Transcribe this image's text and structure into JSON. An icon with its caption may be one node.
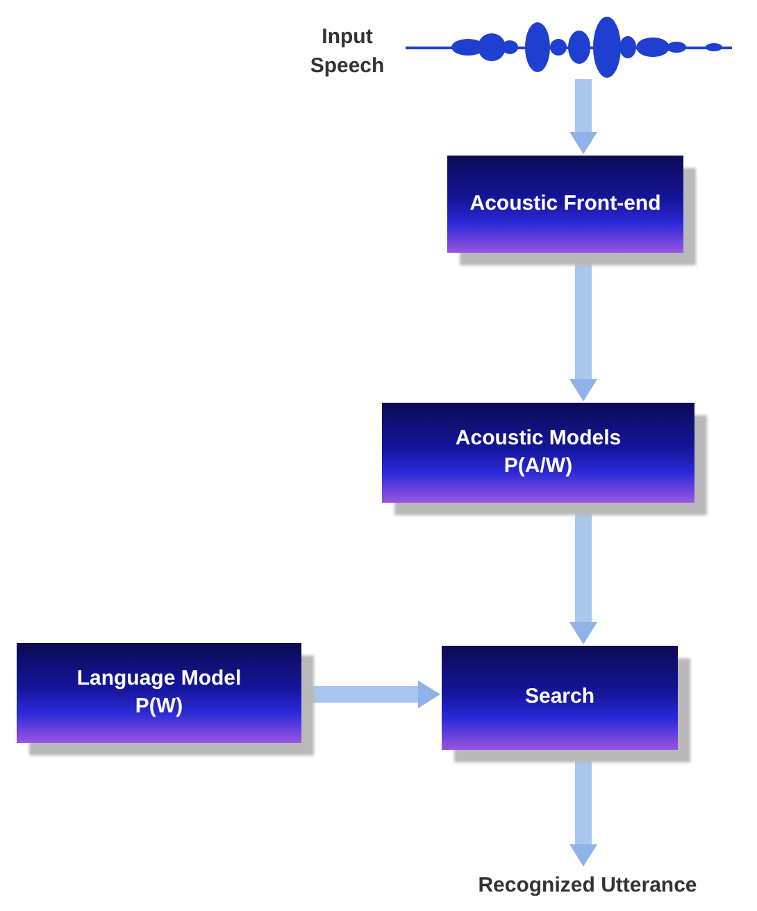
{
  "diagram": {
    "nodes": [
      {
        "text": [],
        "shape": "picture",
        "beside": [
          "Input Speech"
        ]
      },
      {
        "text": [
          "Acoustic Front-end"
        ]
      },
      {
        "text": [
          "Acoustic Models",
          "P(A/W)"
        ]
      },
      {
        "text": [
          "Language Model",
          "P(W)"
        ]
      },
      {
        "text": [
          "Search"
        ]
      },
      {
        "text": [
          "Recognized Utterance"
        ]
      }
    ],
    "edges": [
      {
        "from": 0,
        "to": 1,
        "arrow": "to"
      },
      {
        "from": 1,
        "to": 2,
        "arrow": "to"
      },
      {
        "from": 2,
        "to": 4,
        "arrow": "to"
      },
      {
        "from": 3,
        "to": 4,
        "arrow": "to"
      },
      {
        "from": 4,
        "to": 5,
        "arrow": "to"
      }
    ]
  }
}
